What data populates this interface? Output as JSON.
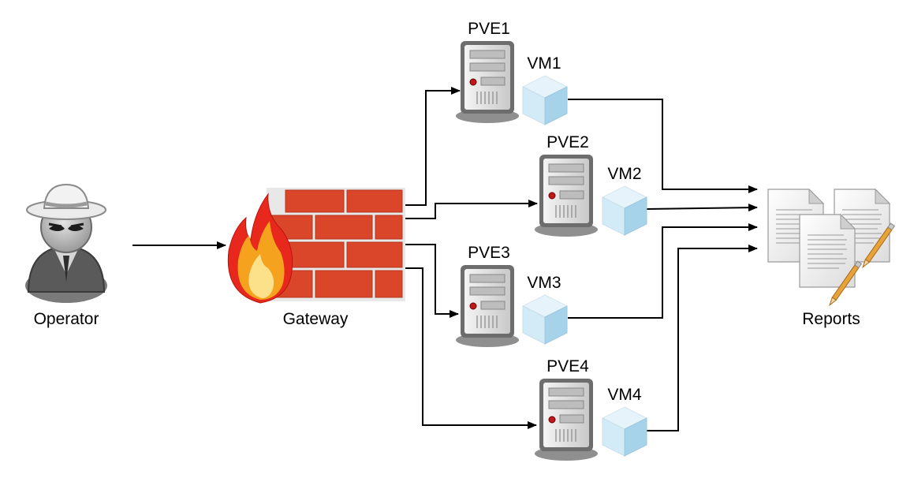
{
  "nodes": {
    "operator": {
      "label": "Operator",
      "icon": "spy-user-icon"
    },
    "gateway": {
      "label": "Gateway",
      "icon": "firewall-icon"
    },
    "pve1": {
      "label": "PVE1",
      "icon": "server-icon"
    },
    "pve2": {
      "label": "PVE2",
      "icon": "server-icon"
    },
    "pve3": {
      "label": "PVE3",
      "icon": "server-icon"
    },
    "pve4": {
      "label": "PVE4",
      "icon": "server-icon"
    },
    "vm1": {
      "label": "VM1",
      "icon": "vm-cube-icon"
    },
    "vm2": {
      "label": "VM2",
      "icon": "vm-cube-icon"
    },
    "vm3": {
      "label": "VM3",
      "icon": "vm-cube-icon"
    },
    "vm4": {
      "label": "VM4",
      "icon": "vm-cube-icon"
    },
    "reports": {
      "label": "Reports",
      "icon": "documents-icon"
    }
  },
  "edges": [
    {
      "from": "operator",
      "to": "gateway"
    },
    {
      "from": "gateway",
      "to": "pve1"
    },
    {
      "from": "gateway",
      "to": "pve2"
    },
    {
      "from": "gateway",
      "to": "pve3"
    },
    {
      "from": "gateway",
      "to": "pve4"
    },
    {
      "from": "vm1",
      "to": "reports"
    },
    {
      "from": "vm2",
      "to": "reports"
    },
    {
      "from": "vm3",
      "to": "reports"
    },
    {
      "from": "vm4",
      "to": "reports"
    }
  ],
  "colors": {
    "brick": "#d9462a",
    "mortar": "#e8e8e8",
    "flame_outer": "#e8281c",
    "flame_mid": "#f5a21f",
    "flame_inner": "#fde08a",
    "server_body": "#d8d8d8",
    "vm_cube": "#b9dcee",
    "arrow": "#000000"
  }
}
